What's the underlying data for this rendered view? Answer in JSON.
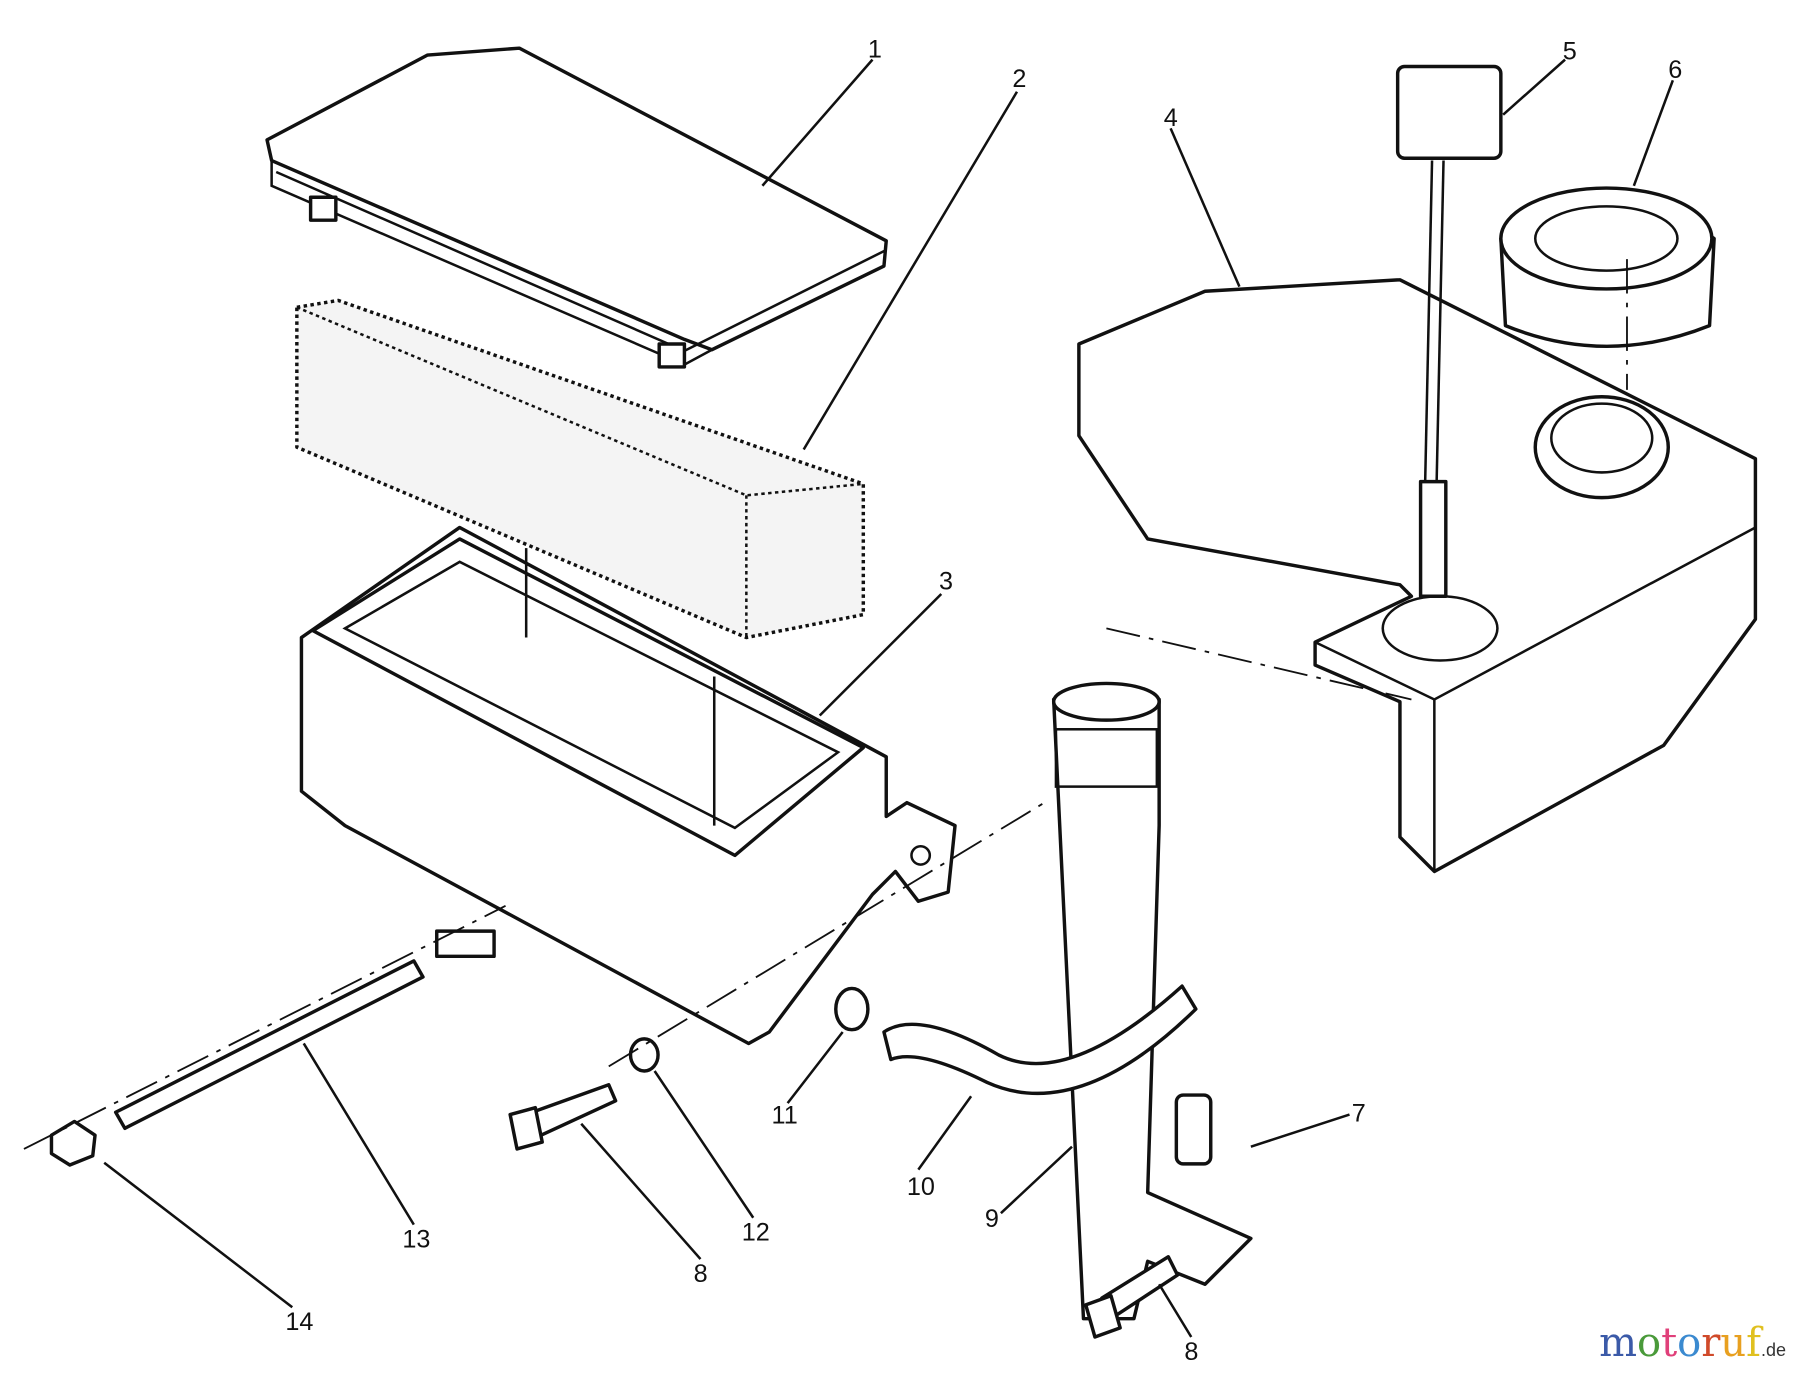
{
  "callouts": [
    "1",
    "2",
    "3",
    "4",
    "5",
    "6",
    "7",
    "8",
    "8",
    "9",
    "10",
    "11",
    "12",
    "13",
    "14"
  ],
  "watermark": {
    "text": "motoruf",
    "suffix": ".de",
    "colors": [
      "#3b5aa8",
      "#4a9a3a",
      "#e0407a",
      "#3b8ad0",
      "#d04a2a",
      "#e8a020",
      "#e0c020"
    ]
  }
}
